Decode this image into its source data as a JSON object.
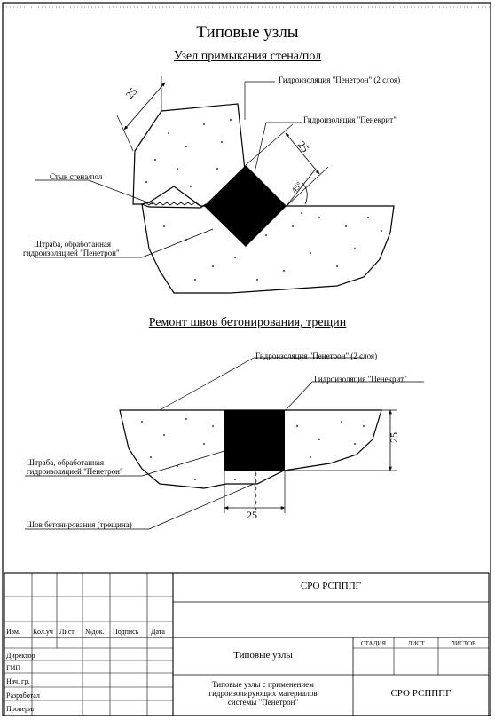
{
  "page": {
    "main_title": "Типовые узлы",
    "section1_title": "Узел примыкания стена/пол",
    "section2_title": "Ремонт швов бетонирования, трещин"
  },
  "diagram1": {
    "label_penetron_2layers": "Гидроизоляция \"Пенетрон\" (2 слоя)",
    "label_penekrit": "Гидроизоляция \"Пенекрит\"",
    "label_joint": "Стык стена/пол",
    "label_groove_line1": "Штраба, обработанная",
    "label_groove_line2": "гидроизоляцией \"Пенетрон\"",
    "dim_left": "25",
    "dim_right": "25",
    "angle": "45°"
  },
  "diagram2": {
    "label_penetron_2layers": "Гидроизоляция \"Пенетрон\" (2 слоя)",
    "label_penekrit": "Гидроизоляция \"Пенекрит\"",
    "label_groove_line1": "Штраба, обработанная",
    "label_groove_line2": "гидроизоляцией \"Пенетрон\"",
    "label_seam": "Шов бетонирования (трещина)",
    "dim_height": "25",
    "dim_width": "25"
  },
  "stamp": {
    "org_top": "СРО РСПППГ",
    "col_izm": "Изм.",
    "col_kol": "Кол.уч",
    "col_list": "Лист",
    "col_ndok": "№док.",
    "col_podp": "Подпись",
    "col_data": "Дата",
    "roles": [
      "Директор",
      "ГИП",
      "Нач. гр.",
      "Разработал",
      "Проверил"
    ],
    "sheet_title": "Типовые узлы",
    "col_stadia": "СТАДИЯ",
    "col_list2": "ЛИСТ",
    "col_listov": "ЛИСТОВ",
    "doc_line1": "Типовые узлы с применением",
    "doc_line2": "гидроизолирующих материалов",
    "doc_line3": "системы \"Пенетрон\"",
    "org_bottom": "СРО РСПППГ"
  }
}
